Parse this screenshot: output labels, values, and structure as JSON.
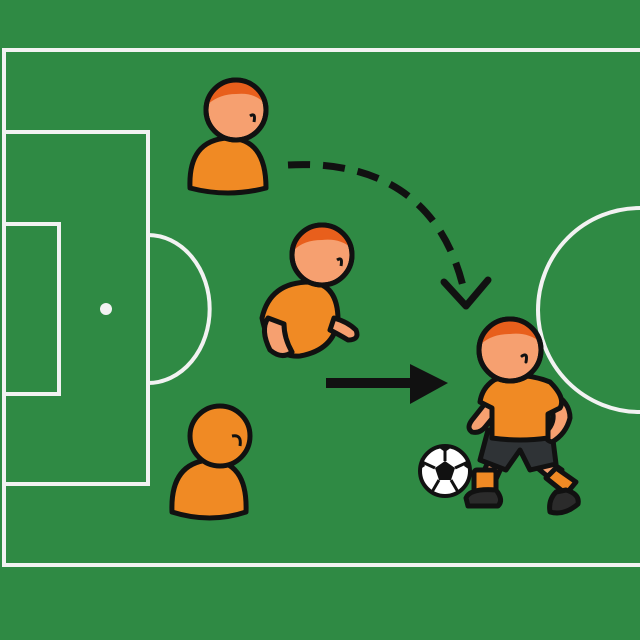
{
  "colors": {
    "grass": "#2f8a44",
    "lines": "#f2f2f2",
    "outline": "#111111",
    "player_orange": "#f08a24",
    "hair_orange": "#e85f1c",
    "skin": "#f6a070",
    "shorts": "#2f3336",
    "boots": "#2b2b2b",
    "arrow": "#111111",
    "ball_white": "#ffffff",
    "ball_black": "#111111"
  },
  "field": {
    "surface": "grass pitch",
    "markings": [
      "touchline",
      "penalty-area",
      "goal-area",
      "penalty-spot",
      "penalty-arc",
      "center-circle"
    ]
  },
  "players": [
    {
      "role": "teammate-top",
      "style": "bust"
    },
    {
      "role": "teammate-middle",
      "style": "crouching"
    },
    {
      "role": "teammate-bottom",
      "style": "bust-back"
    },
    {
      "role": "dribbler",
      "style": "full-body",
      "has_ball": true
    }
  ],
  "arrows": [
    {
      "name": "curved-run-arrow",
      "style": "dashed"
    },
    {
      "name": "straight-pass-arrow",
      "style": "solid"
    }
  ],
  "icons": [
    "soccer-ball-icon"
  ]
}
